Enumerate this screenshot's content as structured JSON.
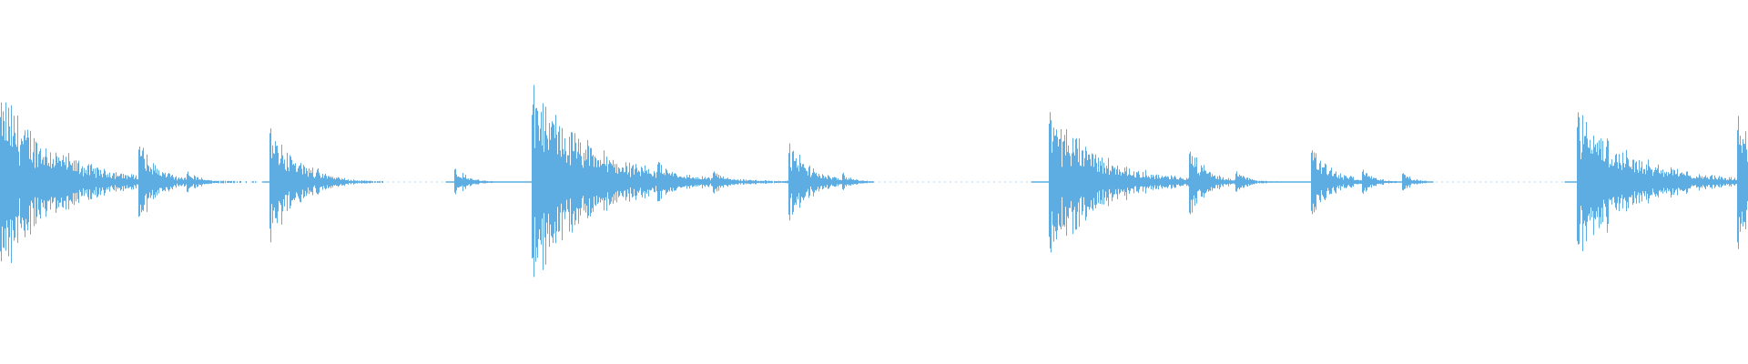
{
  "waveform": {
    "color": "#5DADE2",
    "background": "#FFFFFF",
    "duration_fraction_markers": true,
    "transients": [
      {
        "t": 0.0,
        "amp": 0.53,
        "decay": 0.05
      },
      {
        "t": 0.079,
        "amp": 0.25,
        "decay": 0.018
      },
      {
        "t": 0.107,
        "amp": 0.07,
        "decay": 0.012
      },
      {
        "t": 0.154,
        "amp": 0.38,
        "decay": 0.024
      },
      {
        "t": 0.181,
        "amp": 0.09,
        "decay": 0.012
      },
      {
        "t": 0.26,
        "amp": 0.09,
        "decay": 0.012
      },
      {
        "t": 0.304,
        "amp": 0.56,
        "decay": 0.055
      },
      {
        "t": 0.376,
        "amp": 0.14,
        "decay": 0.016
      },
      {
        "t": 0.408,
        "amp": 0.08,
        "decay": 0.012
      },
      {
        "t": 0.451,
        "amp": 0.25,
        "decay": 0.02
      },
      {
        "t": 0.482,
        "amp": 0.06,
        "decay": 0.01
      },
      {
        "t": 0.6,
        "amp": 0.45,
        "decay": 0.045
      },
      {
        "t": 0.68,
        "amp": 0.22,
        "decay": 0.016
      },
      {
        "t": 0.707,
        "amp": 0.07,
        "decay": 0.012
      },
      {
        "t": 0.75,
        "amp": 0.22,
        "decay": 0.02
      },
      {
        "t": 0.779,
        "amp": 0.08,
        "decay": 0.012
      },
      {
        "t": 0.802,
        "amp": 0.06,
        "decay": 0.01
      },
      {
        "t": 0.902,
        "amp": 0.47,
        "decay": 0.05
      },
      {
        "t": 0.975,
        "amp": 0.03,
        "decay": 0.008
      },
      {
        "t": 0.994,
        "amp": 0.45,
        "decay": 0.03
      }
    ],
    "noise_floor_gaps": [
      [
        0.04,
        0.075
      ],
      [
        0.115,
        0.15
      ],
      [
        0.2,
        0.255
      ],
      [
        0.36,
        0.372
      ],
      [
        0.42,
        0.447
      ],
      [
        0.5,
        0.59
      ],
      [
        0.65,
        0.676
      ],
      [
        0.82,
        0.895
      ],
      [
        0.94,
        0.97
      ]
    ]
  }
}
